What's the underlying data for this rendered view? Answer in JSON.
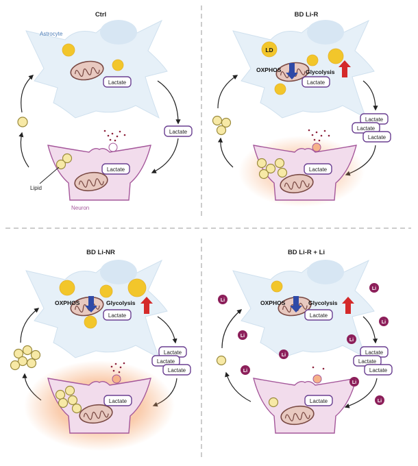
{
  "panels": [
    {
      "id": "ctrl",
      "title": "Ctrl",
      "astrocyte_label": "Astrocyte",
      "neuron_label": "Neuron",
      "lipid_label": "Lipid",
      "lactate_label": "Lactate",
      "oxphos_label": "",
      "glycolysis_label": "",
      "ld_label": ""
    },
    {
      "id": "bd-li-r",
      "title": "BD Li-R",
      "lactate_label": "Lactate",
      "oxphos_label": "OXPHOS",
      "glycolysis_label": "Glycolysis",
      "ld_label": "LD"
    },
    {
      "id": "bd-li-nr",
      "title": "BD Li-NR",
      "lactate_label": "Lactate",
      "oxphos_label": "OXPHOS",
      "glycolysis_label": "Glycolysis"
    },
    {
      "id": "bd-li-r-li",
      "title": "BD Li-R + Li",
      "lactate_label": "Lactate",
      "oxphos_label": "OXPHOS",
      "glycolysis_label": "Glycolysis",
      "li_label": "Li"
    }
  ],
  "colors": {
    "astrocyte_fill": "#e6f0f8",
    "neuron_fill": "#f2dcec",
    "neuron_stroke": "#a4569a",
    "lipid_fill": "#f7e9a6",
    "lipid_stroke": "#9a8a3c",
    "ld_fill": "#f2c62b",
    "lactate_box_stroke": "#6a3f91",
    "oxphos_arrow": "#2f4aa7",
    "glycolysis_arrow": "#d42a2a",
    "li_fill": "#8c1f5a",
    "glow": "#f7b07a"
  }
}
